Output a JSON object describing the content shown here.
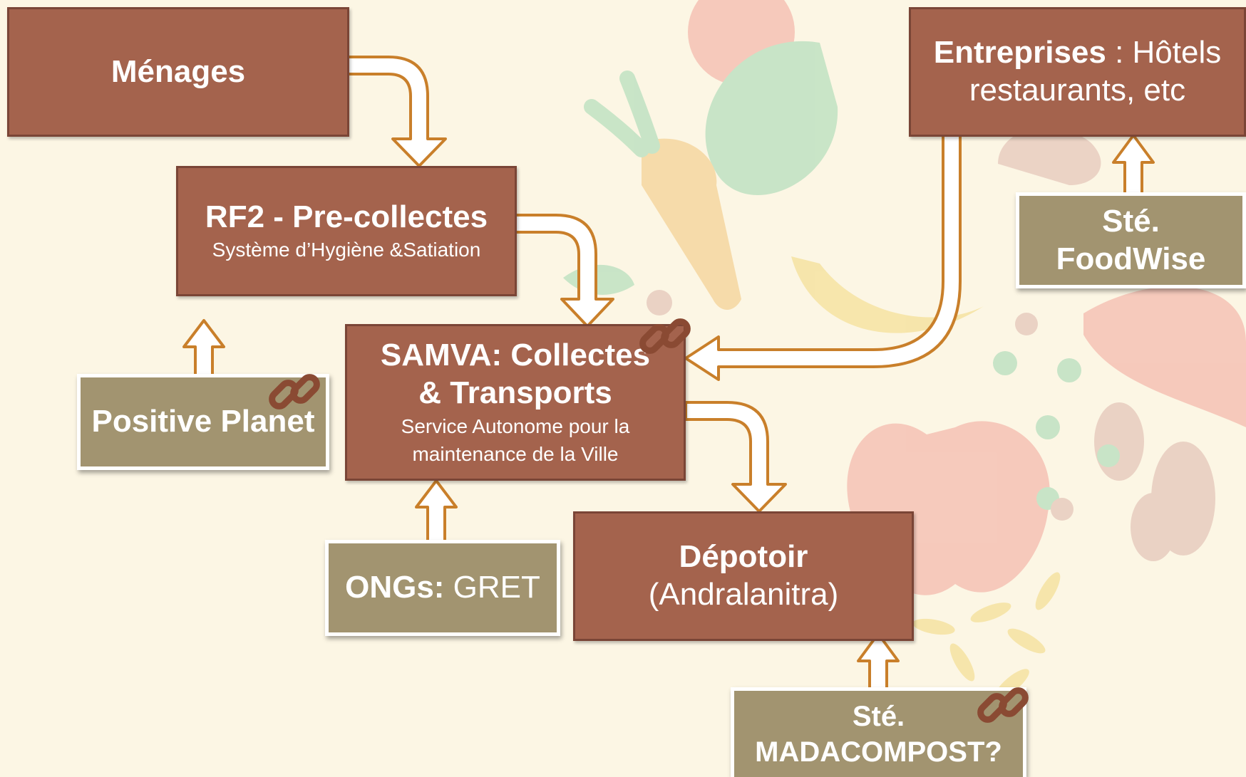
{
  "menages": {
    "label": "Ménages"
  },
  "rf2": {
    "title": "RF2 - Pre-collectes",
    "subtitle": "Système d’Hygiène &Satiation"
  },
  "samva": {
    "title_line1": "SAMVA: Collectes",
    "title_line2": "& Transports",
    "subtitle_line1": "Service Autonome pour la",
    "subtitle_line2": "maintenance de la Ville"
  },
  "entreprises": {
    "bold": "Entreprises",
    "rest_line1": " : Hôtels",
    "line2": "restaurants, etc"
  },
  "depotoir": {
    "line1": "Dépotoir",
    "line2": "(Andralanitra)"
  },
  "positive_planet": {
    "label": "Positive Planet"
  },
  "ongs": {
    "bold": "ONGs:",
    "rest": " GRET"
  },
  "foodwise": {
    "line1": "Sté.",
    "line2": "FoodWise"
  },
  "madacompost": {
    "line1": "Sté.",
    "line2": "MADACOMPOST?"
  },
  "colors": {
    "brown_box": "#a4634d",
    "tan_box": "#a29470",
    "arrow_outline": "#c97f2a",
    "link_icon": "#8a4a33"
  }
}
